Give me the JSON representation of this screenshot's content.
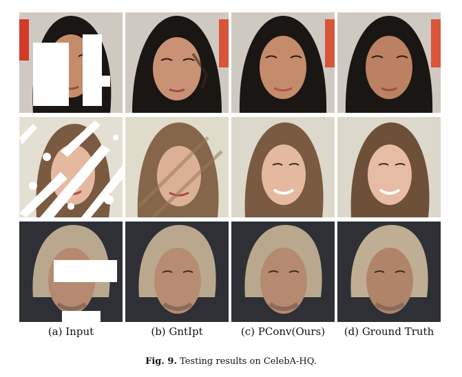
{
  "figure": {
    "columns": [
      {
        "label": "(a) Input"
      },
      {
        "label": "(b) GntIpt"
      },
      {
        "label": "(c) PConv(Ours)"
      },
      {
        "label": "(d) Ground Truth"
      }
    ],
    "caption_prefix": "Fig. 9.",
    "caption_text": " Testing results on CelebA-HQ.",
    "colors": {
      "row1_bg": "#c9c4be",
      "row1_hair": "#1a1614",
      "row1_skin": "#c58c6c",
      "row2_bg": "#e3e0d3",
      "row2_hair": "#7a5a40",
      "row2_skin": "#e4b9a0",
      "row3_bg": "#2e3036",
      "row3_hair": "#b9a88e",
      "row3_skin": "#b58a70",
      "mask": "#ffffff"
    }
  }
}
